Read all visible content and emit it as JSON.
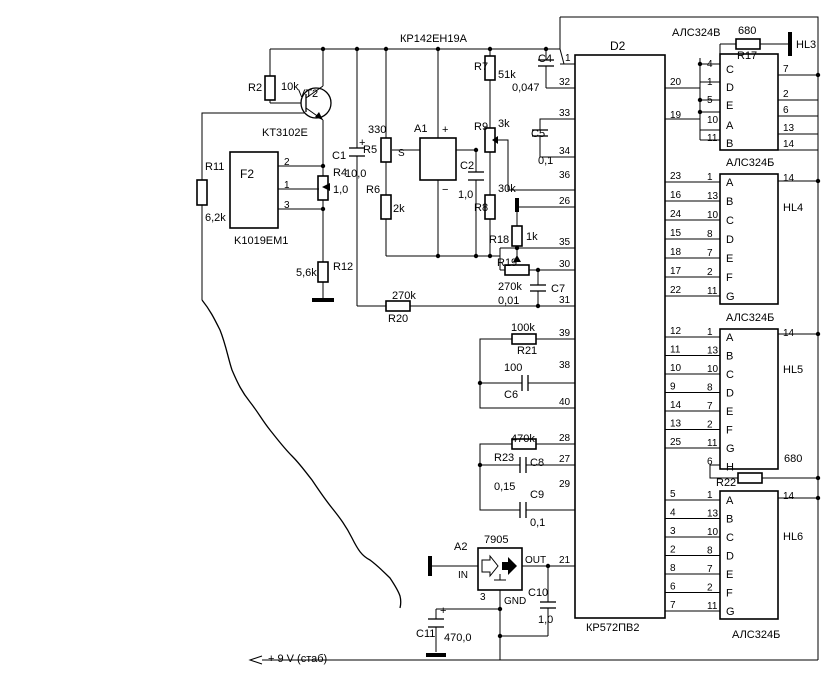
{
  "components": {
    "R2": {
      "ref": "R2",
      "value": "10k"
    },
    "VT2": {
      "ref": "VT2",
      "part": "KT3102E"
    },
    "R11": {
      "ref": "R11",
      "value": "6,2k"
    },
    "F2": {
      "ref": "F2",
      "part": "K1019EM1"
    },
    "R4": {
      "ref": "R4",
      "value": "1,0"
    },
    "R12": {
      "ref": "R12",
      "value": "5,6k"
    },
    "C1": {
      "ref": "C1",
      "value": "10,0"
    },
    "R5": {
      "ref": "R5",
      "value": "330"
    },
    "R6": {
      "ref": "R6",
      "value": "2k"
    },
    "A1": {
      "ref": "A1",
      "part": "КР142ЕН19А",
      "pin_s": "S",
      "plus": "+",
      "minus": "−"
    },
    "C2": {
      "ref": "C2",
      "value": "1,0"
    },
    "R7": {
      "ref": "R7",
      "value": "51k"
    },
    "R9": {
      "ref": "R9",
      "value": "3k"
    },
    "R8": {
      "ref": "R8",
      "value": "30k"
    },
    "R18": {
      "ref": "R18",
      "value": "1k"
    },
    "R19": {
      "ref": "R19",
      "value": "270k"
    },
    "C7": {
      "ref": "C7",
      "value": "0,01"
    },
    "R20": {
      "ref": "R20",
      "value": "270k"
    },
    "C4": {
      "ref": "C4",
      "value": "0,047"
    },
    "C5": {
      "ref": "C5",
      "value": "0,1"
    },
    "R21": {
      "ref": "R21",
      "value": "100k"
    },
    "C6": {
      "ref": "C6",
      "value": "100"
    },
    "R23": {
      "ref": "R23",
      "value": "470k"
    },
    "C8": {
      "ref": "C8",
      "value": "0,15"
    },
    "C9": {
      "ref": "C9",
      "value": "0,1"
    },
    "A2": {
      "ref": "A2",
      "part": "7905",
      "in": "IN",
      "out": "OUT",
      "gnd": "GND",
      "pin3": "3"
    },
    "C10": {
      "ref": "C10",
      "value": "1,0"
    },
    "C11": {
      "ref": "C11",
      "value": "470,0"
    },
    "D2": {
      "ref": "D2",
      "part": "КР572ПВ2"
    },
    "R17": {
      "ref": "R17",
      "value": "680"
    },
    "R22": {
      "ref": "R22",
      "value": "680"
    },
    "HL3": {
      "ref": "HL3",
      "part_top": "АЛС324В",
      "part_bottom": "АЛС324Б"
    },
    "HL4": {
      "ref": "HL4",
      "part": "АЛС324Б"
    },
    "HL5": {
      "ref": "HL5",
      "part": "АЛС324Б"
    },
    "HL6": {
      "ref": "HL6",
      "part": "АЛС324Б"
    }
  },
  "supply_label": "+ 9 V (стаб)",
  "d2_left_pins": [
    "1",
    "32",
    "33",
    "34",
    "36",
    "26",
    "35",
    "30",
    "31",
    "39",
    "38",
    "40",
    "28",
    "27",
    "29",
    "21"
  ],
  "d2_right_pins": [
    "20",
    "19",
    "23",
    "16",
    "24",
    "15",
    "18",
    "17",
    "22",
    "12",
    "11",
    "10",
    "9",
    "14",
    "13",
    "25",
    "5",
    "4",
    "3",
    "2",
    "8",
    "6",
    "7"
  ],
  "hl3": {
    "segments": [
      "C",
      "D",
      "E",
      "A",
      "B"
    ],
    "in_pins": [
      "4",
      "1",
      "5",
      "10",
      "11"
    ],
    "out_pins": [
      "7",
      "2",
      "6",
      "13",
      "14"
    ]
  },
  "hl4": {
    "segments": [
      "A",
      "B",
      "C",
      "D",
      "E",
      "F",
      "G"
    ],
    "in_pins": [
      "1",
      "13",
      "10",
      "8",
      "7",
      "2",
      "11"
    ],
    "d2_pins": [
      "23",
      "16",
      "24",
      "15",
      "18",
      "17",
      "22"
    ],
    "com_pin": "14"
  },
  "hl5": {
    "segments": [
      "A",
      "B",
      "C",
      "D",
      "E",
      "F",
      "G",
      "H"
    ],
    "in_pins": [
      "1",
      "13",
      "10",
      "8",
      "7",
      "2",
      "11",
      "6"
    ],
    "d2_pins": [
      "12",
      "11",
      "10",
      "9",
      "14",
      "13",
      "25"
    ],
    "com_pin": "14"
  },
  "hl6": {
    "segments": [
      "A",
      "B",
      "C",
      "D",
      "E",
      "F",
      "G"
    ],
    "in_pins": [
      "1",
      "13",
      "10",
      "8",
      "7",
      "2",
      "11"
    ],
    "d2_pins": [
      "5",
      "4",
      "3",
      "2",
      "8",
      "6",
      "7"
    ],
    "com_pin": "14"
  },
  "f2_pins": [
    "2",
    "1",
    "3"
  ]
}
